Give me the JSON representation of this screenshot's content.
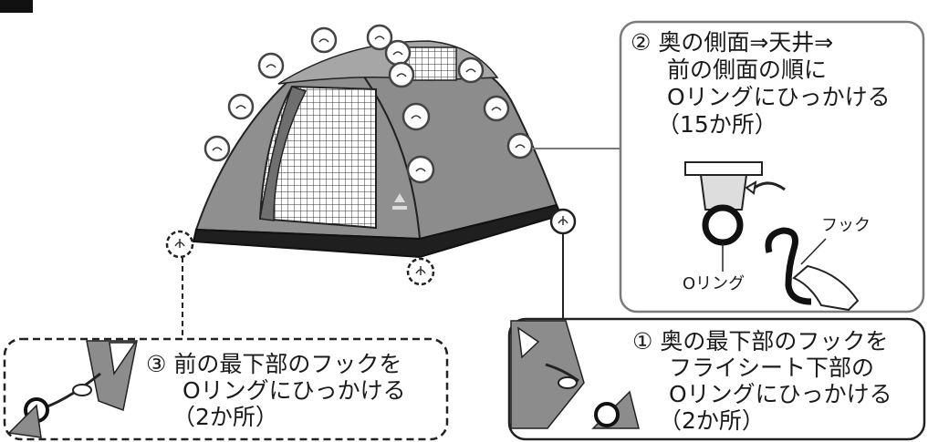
{
  "step_marker": "",
  "callout_2": {
    "line1": "② 奥の側面⇒天井⇒",
    "line2": "前の側面の順に",
    "line3": "Oリングにひっかける",
    "line4": "（15か所）"
  },
  "detail_labels": {
    "hook": "フック",
    "oring": "Oリング"
  },
  "callout_1": {
    "line1": "① 奥の最下部のフックを",
    "line2": "フライシート下部の",
    "line3": "Oリングにひっかける",
    "line4": "（2か所）"
  },
  "callout_3": {
    "line1": "③ 前の最下部のフックを",
    "line2": "Oリングにひっかける",
    "line3": "（2か所）"
  },
  "colors": {
    "tent_body": "#8c8c8c",
    "tent_top": "#a6a6a6",
    "tent_base": "#1f1f1f",
    "mesh": "#ffffff",
    "callout_border": "#7a7a7a",
    "line": "#222222"
  }
}
